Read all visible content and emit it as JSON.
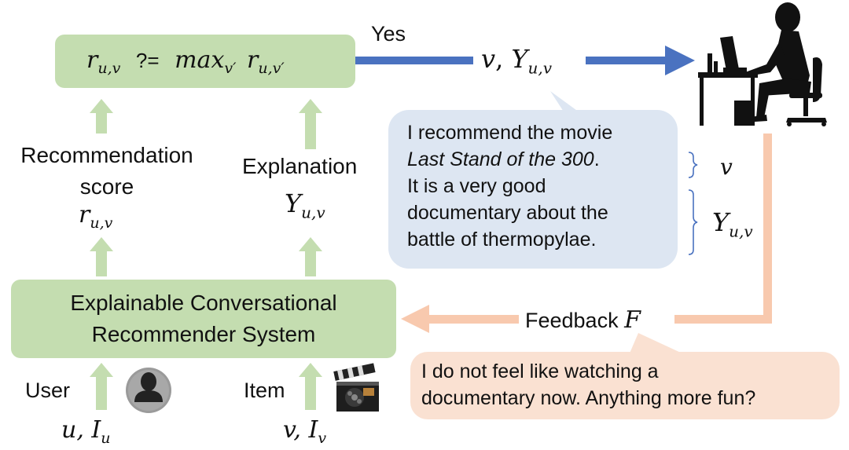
{
  "top_box": {
    "lhs": "r",
    "lhs_sub": "u,v",
    "op": "?=",
    "max": "max",
    "max_sub": "v′",
    "rhs": "r",
    "rhs_sub": "u,v′"
  },
  "yes_label": "Yes",
  "recommend_output": {
    "v": "v",
    "Y": "Y",
    "Y_sub": "u,v"
  },
  "left_column": {
    "label_line1": "Recommendation",
    "label_line2": "score",
    "symbol": "r",
    "symbol_sub": "u,v"
  },
  "mid_column": {
    "label": "Explanation",
    "symbol": "Y",
    "symbol_sub": "u,v"
  },
  "system_box": {
    "line1": "Explainable Conversational",
    "line2": "Recommender System"
  },
  "inputs": {
    "user_label": "User",
    "user_symbol": "u, ",
    "user_set": "I",
    "user_set_sub": "u",
    "item_label": "Item",
    "item_symbol": "v, ",
    "item_set": "I",
    "item_set_sub": "v"
  },
  "recommendation_bubble": {
    "line1": "I recommend the movie",
    "line2": "Last Stand of the 300",
    "line2_end": ".",
    "line3": "It is a very good",
    "line4": "documentary about the",
    "line5": "battle of thermopylae."
  },
  "brace_labels": {
    "v": "v",
    "Y": "Y",
    "Y_sub": "u,v"
  },
  "feedback": {
    "label": "Feedback ",
    "symbol": "F"
  },
  "feedback_bubble": {
    "line1": "I do not feel like watching a",
    "line2": "documentary now. Anything more fun?"
  },
  "icons": [
    "user-avatar-icon",
    "film-clapperboard-icon",
    "person-at-desk-icon"
  ],
  "colors": {
    "green_box": "#c4ddb0",
    "green_arrow": "#c4ddb0",
    "blue_arrow": "#4a72c0",
    "peach_arrow": "#f8c9ae",
    "blue_bubble": "#dde6f2",
    "peach_bubble": "#fae1d2",
    "brace": "#4a72c0"
  }
}
